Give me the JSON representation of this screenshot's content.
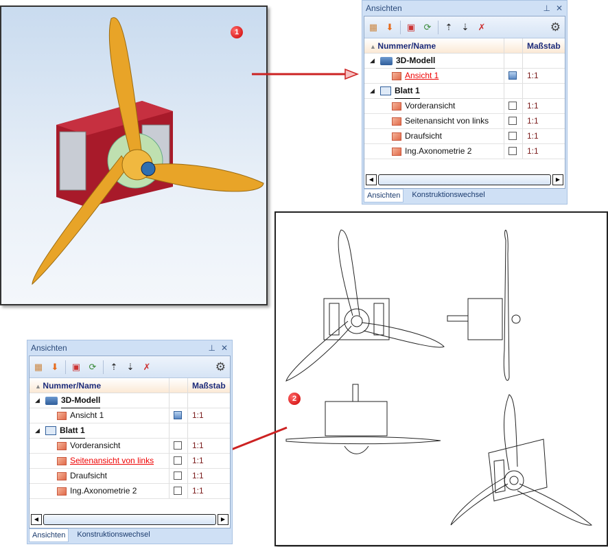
{
  "badges": {
    "one": "1",
    "two": "2"
  },
  "panels": [
    {
      "title": "Ansichten",
      "title_buttons": {
        "pin": "⊥",
        "close": "✕"
      },
      "columns": {
        "name": "Nummer/Name",
        "scale": "Maßstab"
      },
      "rows": [
        {
          "level": 0,
          "icon": "model-icon",
          "label": "3D-Modell",
          "bold": true,
          "scale": "",
          "view_icon": ""
        },
        {
          "level": 1,
          "icon": "view-icon",
          "label": "Ansicht 1",
          "highlight": true,
          "scale": "1:1",
          "view_icon": "blue"
        },
        {
          "level": 0,
          "icon": "sheet-icon",
          "label": "Blatt 1",
          "bold": true,
          "scale": "",
          "view_icon": ""
        },
        {
          "level": 1,
          "icon": "view-icon",
          "label": "Vorderansicht",
          "scale": "1:1",
          "view_icon": "grey"
        },
        {
          "level": 1,
          "icon": "view-icon",
          "label": "Seitenansicht von links",
          "scale": "1:1",
          "view_icon": "grey"
        },
        {
          "level": 1,
          "icon": "view-icon",
          "label": "Draufsicht",
          "scale": "1:1",
          "view_icon": "grey"
        },
        {
          "level": 1,
          "icon": "view-icon",
          "label": "Ing.Axonometrie 2",
          "scale": "1:1",
          "view_icon": "grey"
        }
      ],
      "tabs": [
        "Ansichten",
        "Konstruktionswechsel"
      ]
    },
    {
      "title": "Ansichten",
      "title_buttons": {
        "pin": "⊥",
        "close": "✕"
      },
      "columns": {
        "name": "Nummer/Name",
        "scale": "Maßstab"
      },
      "rows": [
        {
          "level": 0,
          "icon": "model-icon",
          "label": "3D-Modell",
          "bold": true,
          "scale": "",
          "view_icon": ""
        },
        {
          "level": 1,
          "icon": "view-icon",
          "label": "Ansicht 1",
          "scale": "1:1",
          "view_icon": "blue"
        },
        {
          "level": 0,
          "icon": "sheet-icon",
          "label": "Blatt 1",
          "bold": true,
          "scale": "",
          "view_icon": ""
        },
        {
          "level": 1,
          "icon": "view-icon",
          "label": "Vorderansicht",
          "scale": "1:1",
          "view_icon": "grey"
        },
        {
          "level": 1,
          "icon": "view-icon",
          "label": "Seitenansicht von links",
          "highlight": true,
          "scale": "1:1",
          "view_icon": "grey"
        },
        {
          "level": 1,
          "icon": "view-icon",
          "label": "Draufsicht",
          "scale": "1:1",
          "view_icon": "grey"
        },
        {
          "level": 1,
          "icon": "view-icon",
          "label": "Ing.Axonometrie 2",
          "scale": "1:1",
          "view_icon": "grey"
        }
      ],
      "tabs": [
        "Ansichten",
        "Konstruktionswechsel"
      ]
    }
  ]
}
